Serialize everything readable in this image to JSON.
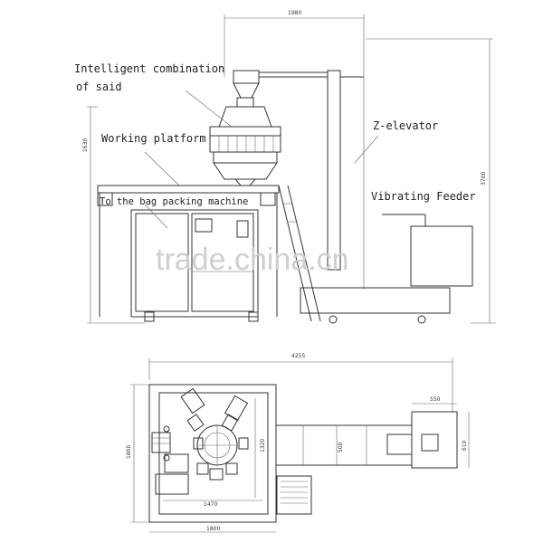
{
  "labels": {
    "combination_line1": "Intelligent combination",
    "combination_line2": "of said",
    "working_platform": "Working platform",
    "bag_packing": "To the bag packing machine",
    "z_elevator": "Z-elevator",
    "vibrating_feeder": "Vibrating Feeder"
  },
  "dimensions": {
    "top_width": "1980",
    "left_height": "1630",
    "right_height": "3700",
    "plan_total_width": "4255",
    "plan_feeder_width": "550",
    "plan_feeder_height": "610",
    "plan_left_height": "1800",
    "plan_inner_height": "1320",
    "plan_inner_width": "1470",
    "plan_bottom_width": "1800",
    "plan_conveyor_width": "500"
  },
  "watermark": "trade.china.cn"
}
